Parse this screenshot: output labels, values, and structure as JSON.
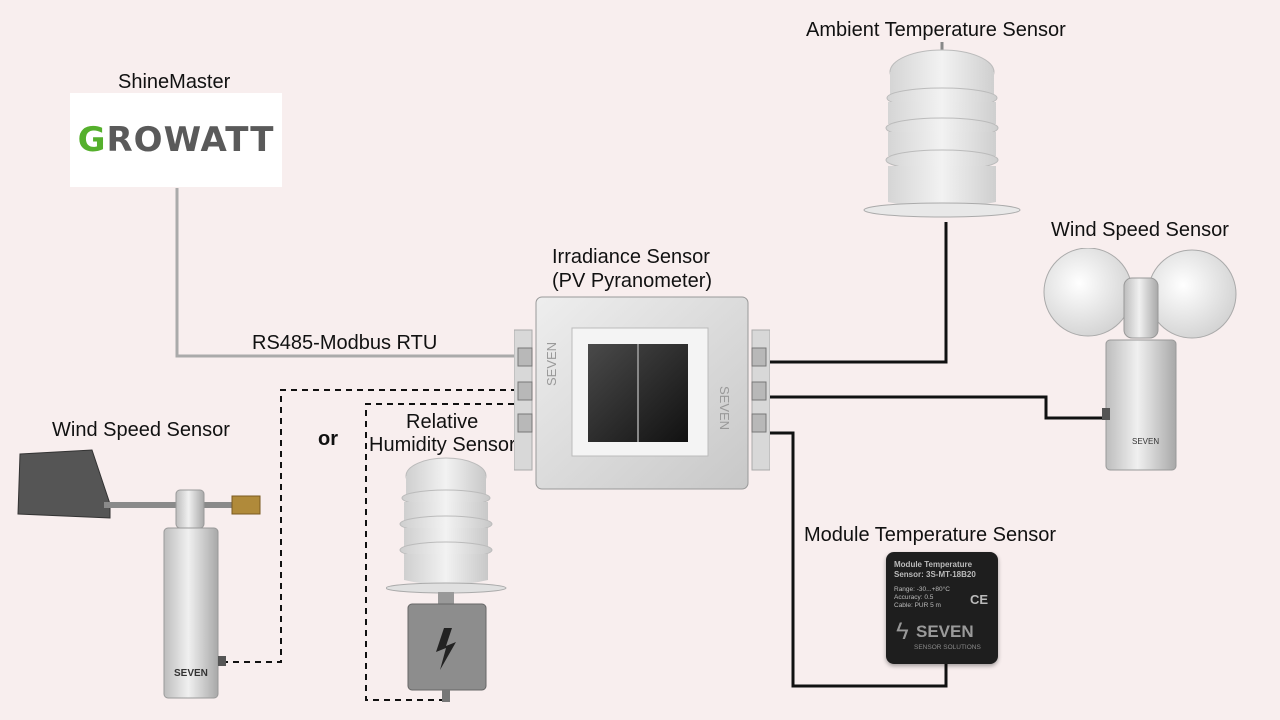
{
  "labels": {
    "shinemaster": "ShineMaster",
    "rs485": "RS485-Modbus RTU",
    "irradiance_line1": "Irradiance Sensor",
    "irradiance_line2": "(PV Pyranometer)",
    "ambient": "Ambient Temperature Sensor",
    "wind_right": "Wind Speed Sensor",
    "wind_left": "Wind Speed Sensor",
    "or": "or",
    "humidity_line1": "Relative",
    "humidity_line2": "Humidity Sensor",
    "module_temp": "Module Temperature Sensor"
  },
  "logo": {
    "first_letter": "G",
    "rest": "ROWATT"
  },
  "device_print": {
    "module_line1": "Module Temperature",
    "module_line2": "Sensor: 3S-MT-18B20",
    "module_line3": "Range: -30...+80°C",
    "module_line4": "Accuracy: 0.5",
    "module_line5": "Cable: PUR 5 m",
    "module_ce": "CE",
    "brand": "SEVEN",
    "brand_sub": "SENSOR SOLUTIONS"
  },
  "colors": {
    "background": "#f8eeee",
    "wire_modbus": "#aaaaaa",
    "wire": "#111111",
    "logo_green": "#55b02c",
    "logo_gray": "#5a5a5a"
  }
}
